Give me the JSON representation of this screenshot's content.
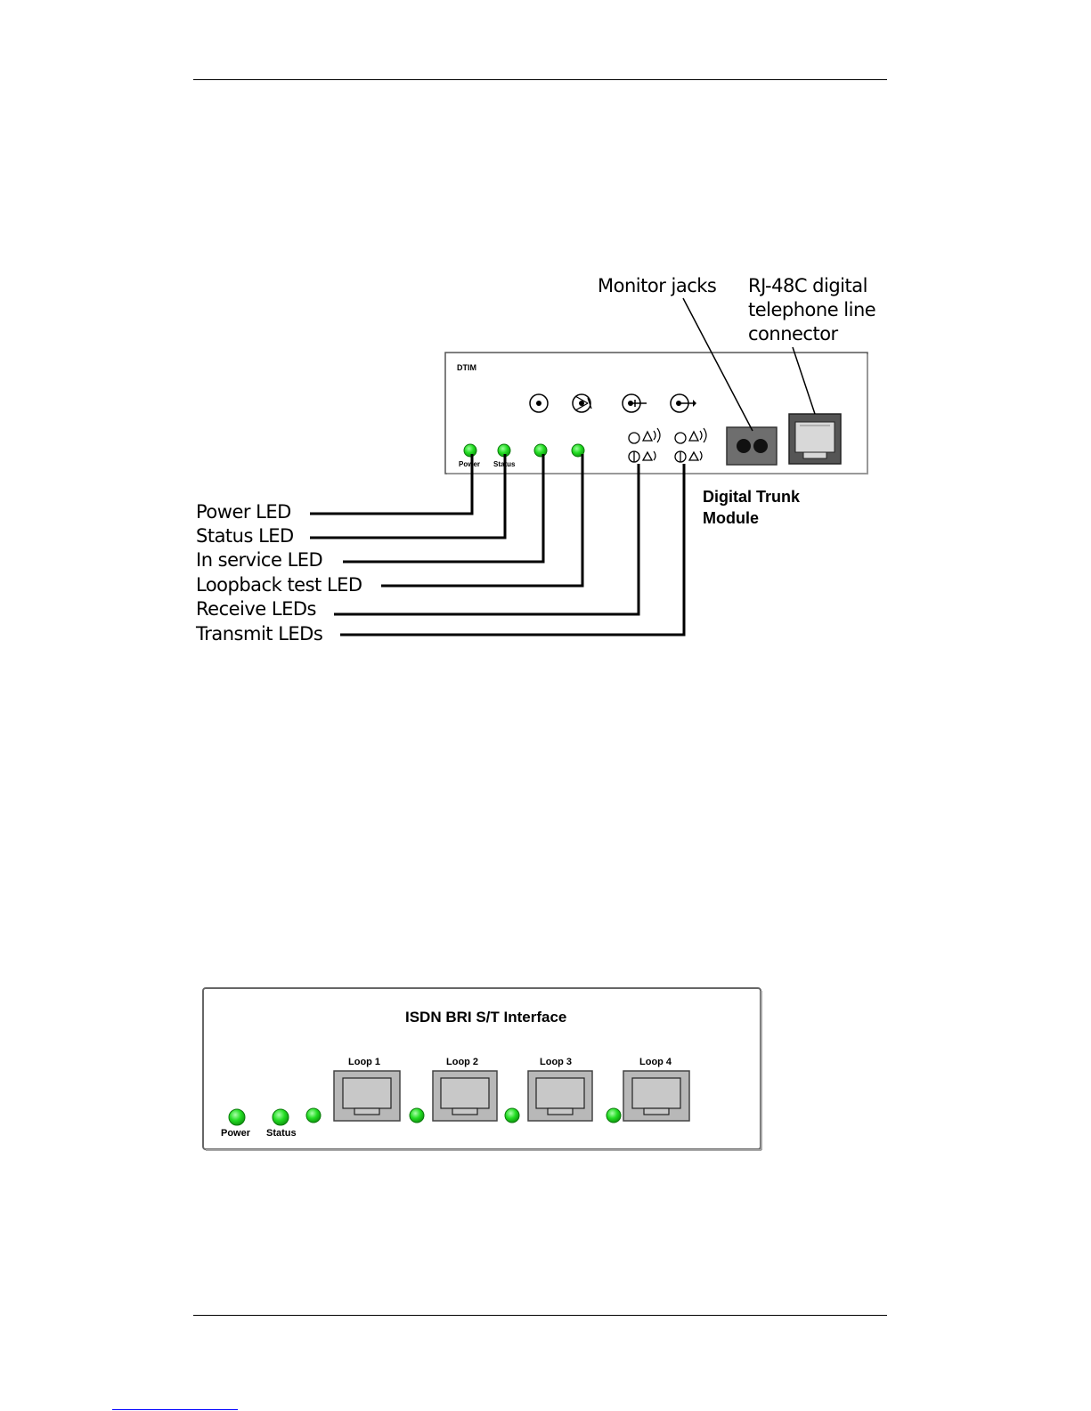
{
  "dtim_figure": {
    "panel_label": "DTIM",
    "power_led_caption": "Power",
    "status_led_caption": "Status",
    "callouts": {
      "monitor_jacks": "Monitor jacks",
      "rj48c_line1": "RJ-48C digital",
      "rj48c_line2": "telephone line",
      "rj48c_line3": "connector",
      "module_line1": "Digital Trunk",
      "module_line2": "Module",
      "power_led": "Power LED",
      "status_led": "Status LED",
      "in_service_led": "In service LED",
      "loopback_led": "Loopback test LED",
      "receive_leds": "Receive LEDs",
      "transmit_leds": "Transmit LEDs"
    },
    "led_color": "#22dd22"
  },
  "isdn_figure": {
    "title": "ISDN BRI S/T Interface",
    "power_caption": "Power",
    "status_caption": "Status",
    "loops": [
      "Loop 1",
      "Loop 2",
      "Loop 3",
      "Loop 4"
    ],
    "led_color": "#22dd22"
  }
}
